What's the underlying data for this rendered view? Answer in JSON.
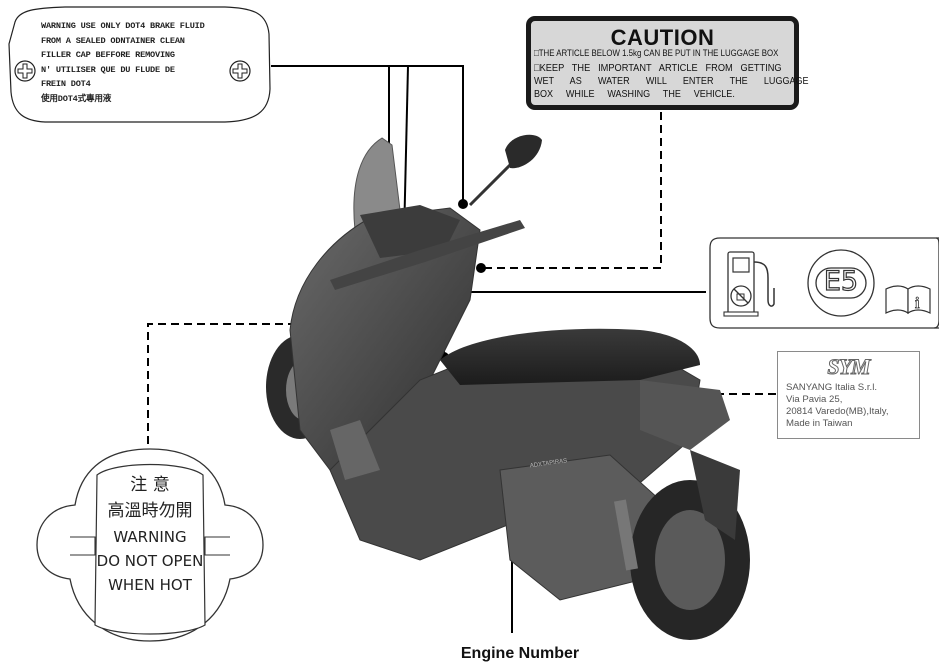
{
  "brake_label": {
    "lines": [
      "WARNING USE ONLY DOT4 BRAKE FLUID",
      "FROM A SEALED ODNTAINER CLEAN",
      "FILLER CAP BEFFORE REMOVING",
      "N' UTILISER QUE DU FLUDE DE",
      "FREIN DOT4",
      "使用DOT4式專用液"
    ]
  },
  "caution_label": {
    "title": "CAUTION",
    "lines": [
      "□THE ARTICLE BELOW 1.5kg CAN BE PUT IN THE LUGGAGE BOX",
      "□KEEP THE IMPORTANT ARTICLE FROM GETTING",
      "WET AS WATER WILL ENTER THE LUGGAGE",
      "BOX WHILE WASHING THE VEHICLE."
    ]
  },
  "fuel_label": {
    "fuel_grade": "E5",
    "icons": [
      "fuel-pump-icon",
      "manual-info-icon"
    ]
  },
  "sym_label": {
    "logo": "SYM",
    "lines": [
      "SANYANG Italia S.r.l.",
      "Via Pavia 25,",
      "20814 Varedo(MB),Italy,",
      "Made in Taiwan"
    ]
  },
  "cap_label": {
    "chinese_caution": "注  意",
    "chinese_warning": "高溫時勿開",
    "lines": [
      "WARNING",
      "DO NOT OPEN",
      "WHEN HOT"
    ]
  },
  "scooter": {
    "model_badge": "ADXTAPIRAS"
  },
  "engine_number_label": "Engine Number",
  "colors": {
    "caution_background": "#d7d7d7",
    "line_color": "#000000",
    "scooter_body": "#4a4a4a"
  }
}
